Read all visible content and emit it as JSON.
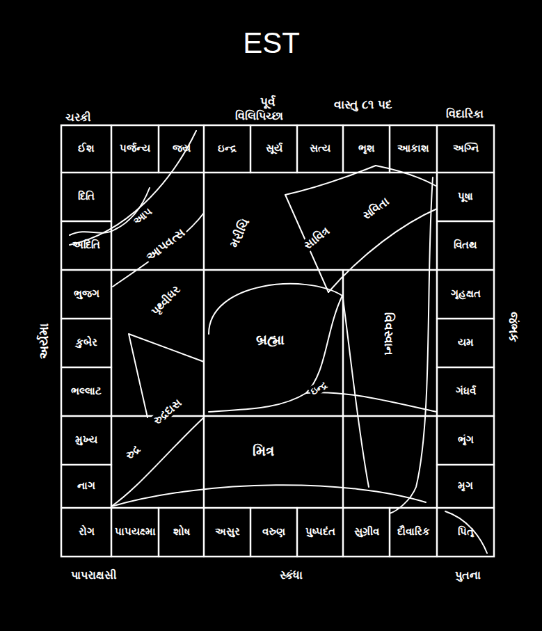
{
  "diagram": {
    "title": "EST",
    "nodes": [
      {
        "text": [
          "ઈશ"
        ]
      },
      {
        "text": [
          "પર્જન્ય"
        ]
      },
      {
        "text": [
          "જય"
        ]
      },
      {
        "text": [
          "ઇન્દ્ર"
        ]
      },
      {
        "text": [
          "સૂર્ય"
        ]
      },
      {
        "text": [
          "સત્ય"
        ]
      },
      {
        "text": [
          "ભૃશ"
        ]
      },
      {
        "text": [
          "આકાશ"
        ]
      },
      {
        "text": [
          "અગ્નિ"
        ]
      },
      {
        "text": [
          "દિતિ"
        ]
      },
      {
        "text": [
          "અદિતિ"
        ]
      },
      {
        "text": [
          "ભુજગ"
        ]
      },
      {
        "text": [
          "કુબેર"
        ]
      },
      {
        "text": [
          "ભલ્લાટ"
        ]
      },
      {
        "text": [
          "મુખ્ય"
        ]
      },
      {
        "text": [
          "નાગ"
        ]
      },
      {
        "text": [
          "પૂષા"
        ]
      },
      {
        "text": [
          "વિતથ"
        ]
      },
      {
        "text": [
          "ગૃહક્ષત"
        ]
      },
      {
        "text": [
          "યમ"
        ]
      },
      {
        "text": [
          "ગંધર્વ"
        ]
      },
      {
        "text": [
          "ભૃંગ"
        ]
      },
      {
        "text": [
          "મૃગ"
        ]
      },
      {
        "text": [
          "રોગ"
        ]
      },
      {
        "text": [
          "પાપયક્ષ્મા"
        ]
      },
      {
        "text": [
          "શોષ"
        ]
      },
      {
        "text": [
          "અસુર"
        ]
      },
      {
        "text": [
          "વરુણ"
        ]
      },
      {
        "text": [
          "પુષ્પદંત"
        ]
      },
      {
        "text": [
          "સુગ્રીવ"
        ]
      },
      {
        "text": [
          "દૌવારિક"
        ]
      },
      {
        "text": [
          "પિતૃ"
        ]
      },
      {
        "text": [
          "આપ"
        ]
      },
      {
        "text": [
          "આપવત્સ"
        ]
      },
      {
        "text": [
          "મરીચિ"
        ]
      },
      {
        "text": [
          "સાવિત્ર"
        ]
      },
      {
        "text": [
          "સવિતા"
        ]
      },
      {
        "text": [
          "પૃથ્વીધર"
        ]
      },
      {
        "text": [
          "બ્રહ્મા"
        ]
      },
      {
        "text": [
          "વિવસ્વાન"
        ]
      },
      {
        "text": [
          "રુદ્ર"
        ]
      },
      {
        "text": [
          "રુદ્રદાસ"
        ]
      },
      {
        "text": [
          "ઇન્દ્ર"
        ]
      },
      {
        "text": [
          "મિત્ર"
        ]
      }
    ],
    "labels": [
      "પૂર્વ",
      "ચરકી",
      "વિલિપિચ્છા",
      "વાસ્તુ ૮૧ પદ",
      "વિદારિકા",
      "અર્યમા",
      "જંભક",
      "પાપરાક્ષસી",
      "સ્કંધા",
      "પુતના"
    ]
  }
}
